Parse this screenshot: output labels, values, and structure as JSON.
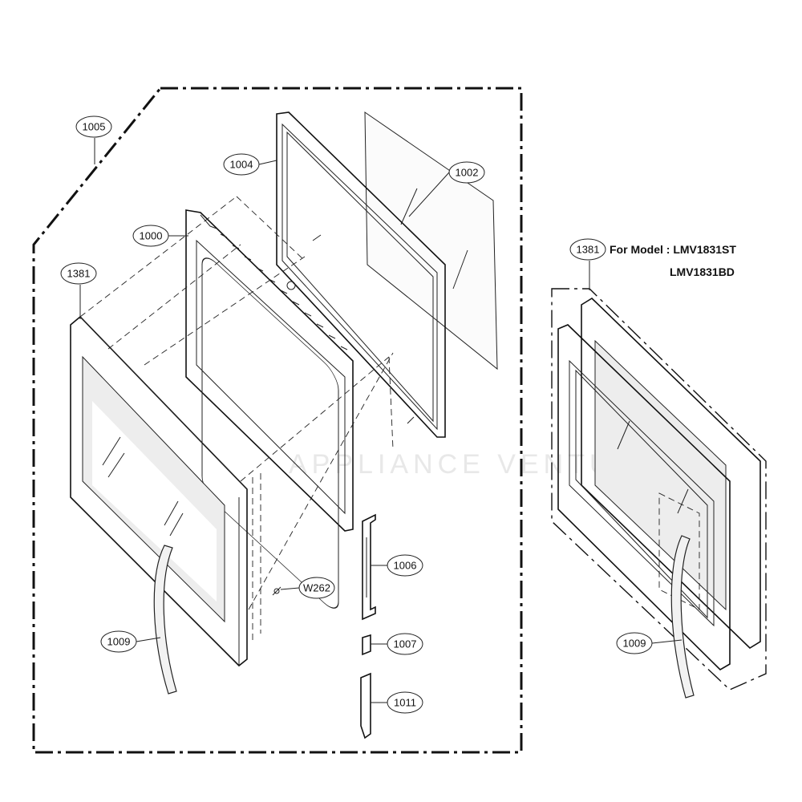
{
  "callouts": {
    "c1005": "1005",
    "c1004": "1004",
    "c1002": "1002",
    "c1000": "1000",
    "c1381_left": "1381",
    "c1006": "1006",
    "c1007": "1007",
    "c1011": "1011",
    "cW262": "W262",
    "c1009_left": "1009",
    "c1381_right": "1381",
    "c1009_right": "1009"
  },
  "model_note": {
    "line1": "For Model : LMV1831ST",
    "line2": "LMV1831BD"
  },
  "watermark": "APPLIANCE VENTURE"
}
